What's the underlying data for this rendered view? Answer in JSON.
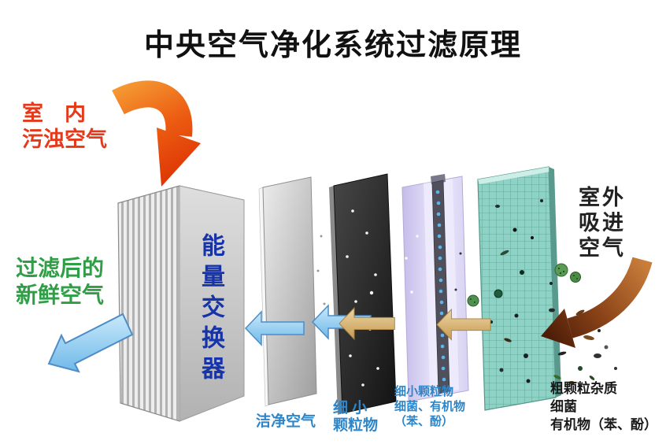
{
  "title": "中央空气净化系统过滤原理",
  "labels": {
    "indoor_air": "室　内\n污浊空气",
    "filtered_air": "过滤后的\n新鲜空气",
    "energy_exchanger": "能量交换器",
    "clean_air": "洁净空气",
    "fine_particles": "细 小\n颗粒物",
    "fine_particles_organics": "细小颗粒物\n细菌、有机物\n（苯、酚）",
    "coarse_impurities": "粗颗粒杂质\n细菌\n有机物（苯、酚）",
    "outdoor_air": "室外\n吸进\n空气"
  },
  "colors": {
    "title_text": "#111111",
    "indoor_air_text": "#e43a1b",
    "filtered_air_text": "#2f9e46",
    "energy_exchanger_text": "#1733a8",
    "panel_label_blue": "#2e86c8",
    "dark_label_text": "#1a1a1a",
    "indoor_arrow_orange": "#ec5c12",
    "outdoor_arrow_brown": "#8a4318",
    "flow_arrow_blue": "#8cc9ef",
    "flow_arrow_tan": "#d7b172",
    "panel_gray": "#c9c9c9",
    "panel_dark": "#262626",
    "panel_purple": "#c6bcea",
    "panel_teal": "#8ed2c5"
  }
}
